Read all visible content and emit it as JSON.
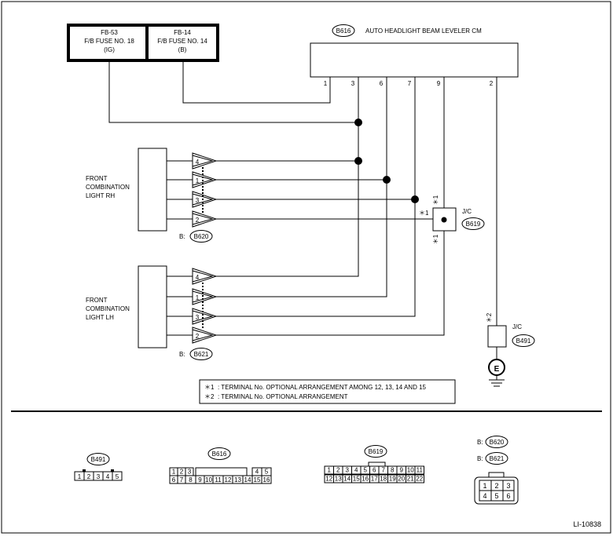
{
  "fuses": [
    {
      "id": "FB-53",
      "line1": "F/B FUSE NO. 18",
      "line2": "(IG)"
    },
    {
      "id": "FB-14",
      "line1": "F/B FUSE NO. 14",
      "line2": "(B)"
    }
  ],
  "ecu": {
    "connector": "B616",
    "title": "AUTO HEADLIGHT BEAM LEVELER CM",
    "pins": [
      "1",
      "3",
      "6",
      "7",
      "9",
      "2"
    ]
  },
  "rh": {
    "label_lines": [
      "FRONT",
      "COMBINATION",
      "LIGHT RH"
    ],
    "connector": "B620",
    "prefix": "B:",
    "pins": [
      "4",
      "1",
      "3",
      "2"
    ]
  },
  "lh": {
    "label_lines": [
      "FRONT",
      "COMBINATION",
      "LIGHT LH"
    ],
    "connector": "B621",
    "prefix": "B:",
    "pins": [
      "4",
      "1",
      "3",
      "2"
    ]
  },
  "jc1": {
    "label": "J/C",
    "connector": "B619",
    "mark_top": "＊1",
    "mark_left": "＊1",
    "mark_bottom": "＊1"
  },
  "jc2": {
    "label": "J/C",
    "connector": "B491",
    "mark": "＊2",
    "ground": "E"
  },
  "notes": [
    {
      "mark": "＊1",
      "text": ": TERMINAL No. OPTIONAL ARRANGEMENT AMONG 12, 13, 14 AND 15"
    },
    {
      "mark": "＊2",
      "text": ": TERMINAL No. OPTIONAL ARRANGEMENT"
    }
  ],
  "connectors": {
    "b491": {
      "name": "B491",
      "pins": [
        "1",
        "2",
        "3",
        "4",
        "5"
      ]
    },
    "b616": {
      "name": "B616",
      "top_left": [
        "1",
        "2",
        "3"
      ],
      "top_right": [
        "4",
        "5"
      ],
      "bottom": [
        "6",
        "7",
        "8",
        "9",
        "10",
        "11",
        "12",
        "13",
        "14",
        "15",
        "16"
      ]
    },
    "b619": {
      "name": "B619",
      "top": [
        "1",
        "2",
        "3",
        "4",
        "5",
        "6",
        "7",
        "8",
        "9",
        "10",
        "11"
      ],
      "bottom": [
        "12",
        "13",
        "14",
        "15",
        "16",
        "17",
        "18",
        "19",
        "20",
        "21",
        "22"
      ]
    },
    "b620": {
      "prefix": "B:",
      "name": "B620"
    },
    "b621": {
      "prefix": "B:",
      "name": "B621"
    },
    "six": {
      "top": [
        "1",
        "2",
        "3"
      ],
      "bottom": [
        "4",
        "5",
        "6"
      ]
    }
  },
  "figure_id": "LI-10838"
}
